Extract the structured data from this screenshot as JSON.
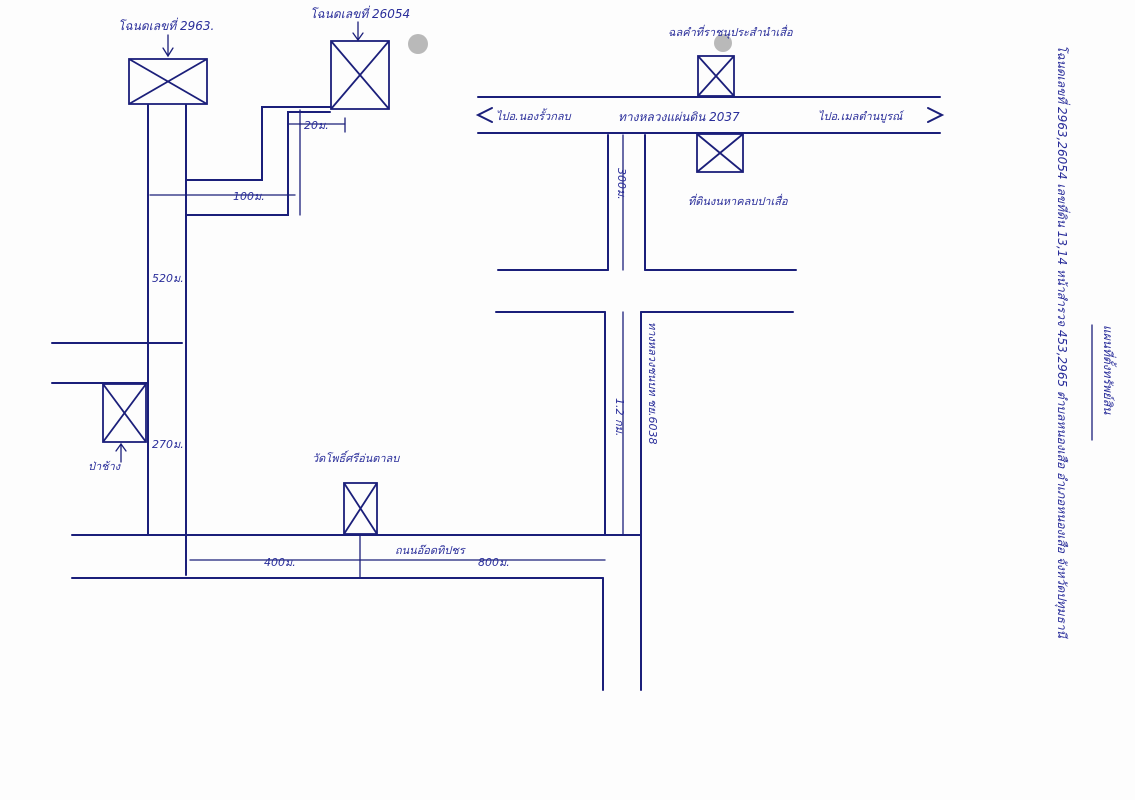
{
  "labels": {
    "plot_2963": "โฉนดเลขที่ 2963.",
    "plot_26054": "โฉนดเลขที่ 26054",
    "plot_top_right": "ฉลคำที่ราชนุประสำนำเสื่อ",
    "plot_below_road": "ที่ดินงนหาคลบปาเสื่อ",
    "temple": "วัดโพธิ์ศรีอ่นตาลบ",
    "forest": "ป่าช้าง",
    "highway": "ทางหลวงแผ่นดิน 2037",
    "left_dest": "ไปอ.นองรั้วกลบ",
    "right_dest": "ไปอ.เมลตำนบูรณ์",
    "rural_road": "ทางหลวงชนบท ชย.6038",
    "local_road": "ถนนอ๊อดทิปชร",
    "side_text_1": "โฉนดเลขที่ 2963,26054 เลขที่ดิน 13,14 หน้าสำรวจ 453,2965 ตำบลหนองเสือ อำเภอหนองเสือ จังหวัดปทุมธานี",
    "side_text_2": "แผนที่ตั้งทรัพย์สิน"
  },
  "distances": {
    "d20": "20ม.",
    "d100": "100ม.",
    "d520": "520ม.",
    "d270": "270ม.",
    "d300": "300ม.",
    "d12km": "1.2 กม.",
    "d400": "400ม.",
    "d800": "800ม."
  },
  "colors": {
    "ink": "#1b1f7a",
    "text": "#2a2e9a",
    "hole": "#b9b9b9"
  }
}
